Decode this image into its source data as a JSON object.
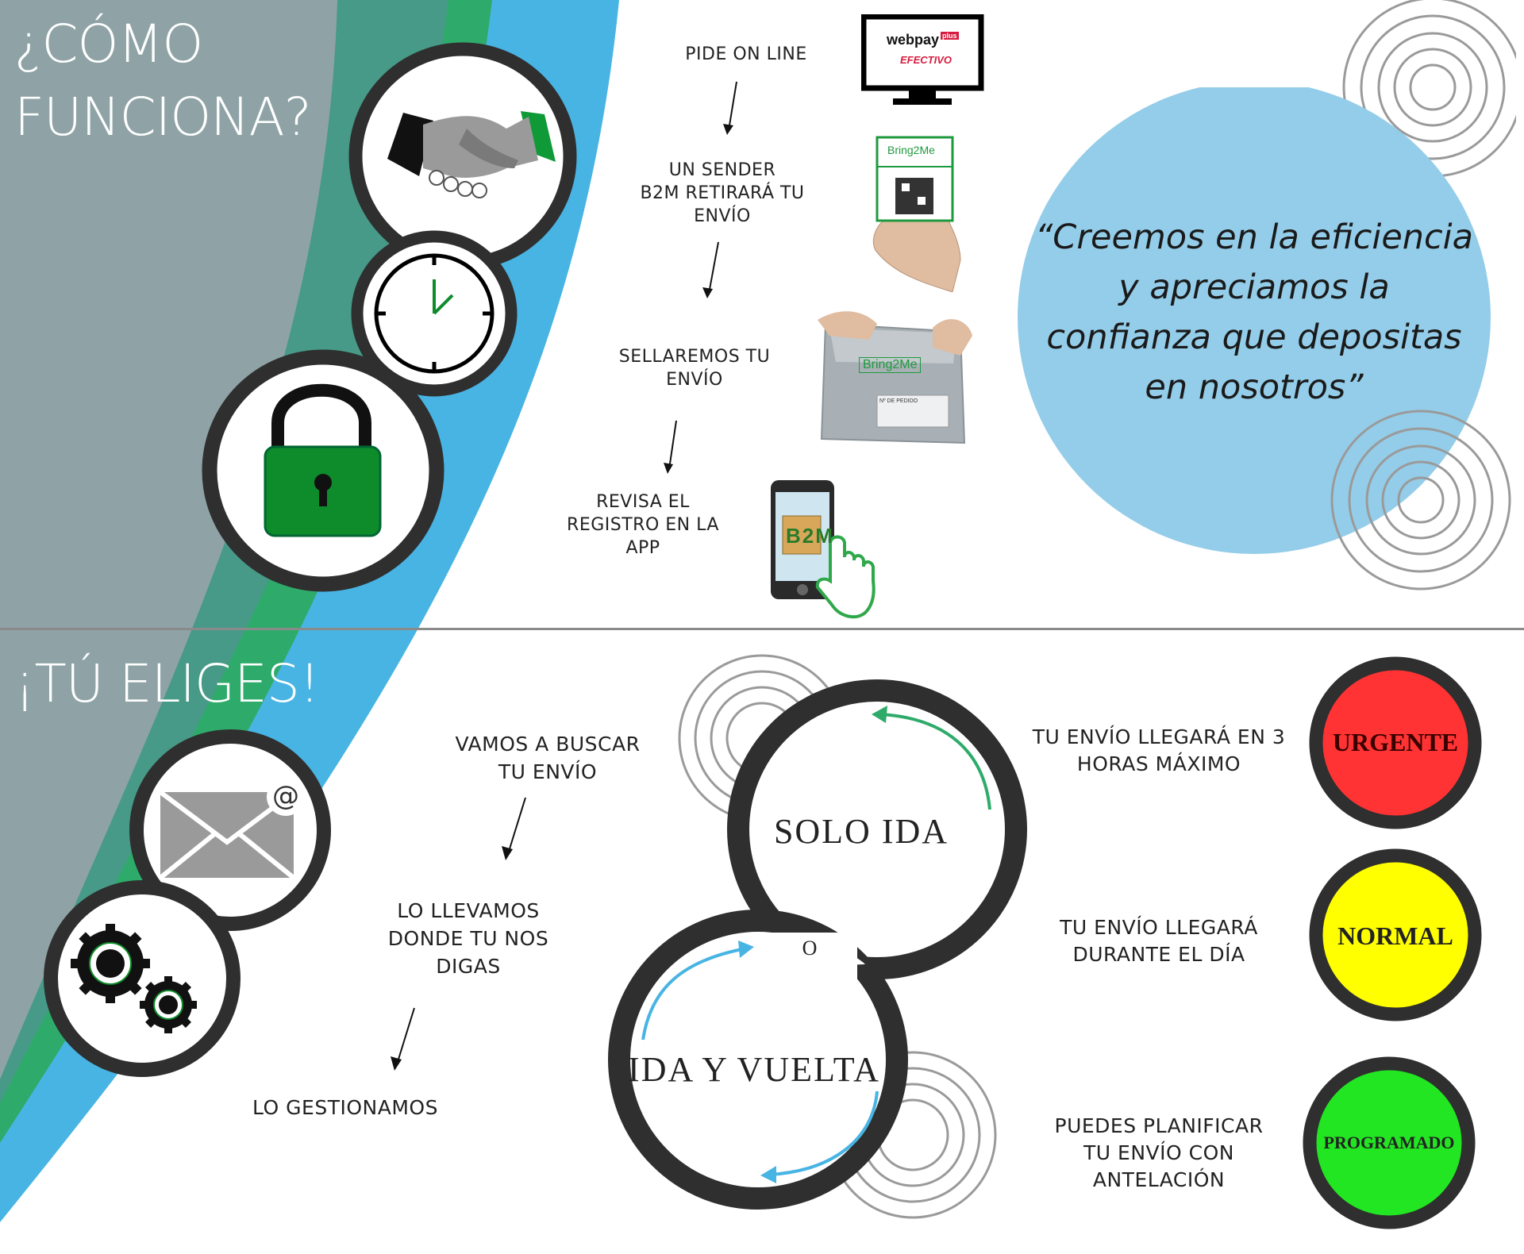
{
  "colors": {
    "grey_band": "#8fa3a6",
    "green_band": "#2eab6a",
    "blue_band": "#48b4e3",
    "bubble": "#94cde9",
    "urgent": "#ff3333",
    "normal": "#ffff00",
    "scheduled": "#22e622",
    "lock_green": "#0e8c2b"
  },
  "top": {
    "title": "¿CÓMO\nFUNCIONA?",
    "steps": [
      "PIDE ON LINE",
      "UN SENDER\nB2M RETIRARÁ TU\nENVÍO",
      "SELLAREMOS TU\nENVÍO",
      "REVISA EL\nREGISTRO EN LA\nAPP"
    ],
    "monitor_brand": "webpay",
    "monitor_brand_suffix": "plus",
    "monitor_sub": "EFECTIVO",
    "card_brand": "Bring2Me",
    "bag_brand": "Bring2Me",
    "bag_label": "Nº DE PEDIDO",
    "phone_letters": "B2M",
    "quote": "“Creemos en la eficiencia\ny apreciamos la\nconfianza que depositas\nen nosotros”",
    "icons": [
      "handshake-icon",
      "clock-icon",
      "padlock-icon",
      "webpay-monitor-icon",
      "id-card-hand-icon",
      "sealed-bag-icon",
      "phone-tap-icon"
    ]
  },
  "bottom": {
    "title": "¡TÚ ELIGES!",
    "steps": [
      "VAMOS A BUSCAR\nTU ENVÍO",
      "LO LLEVAMOS\nDONDE TU NOS\nDIGAS",
      "LO GESTIONAMOS"
    ],
    "option_one": "SOLO IDA",
    "connector": "O",
    "option_two": "IDA Y VUELTA",
    "speeds": [
      {
        "desc": "TU ENVÍO LLEGARÁ EN 3\nHORAS MÁXIMO",
        "label": "URGENTE"
      },
      {
        "desc": "TU ENVÍO LLEGARÁ\nDURANTE EL DÍA",
        "label": "NORMAL"
      },
      {
        "desc": "PUEDES PLANIFICAR\nTU ENVÍO CON\nANTELACIÓN",
        "label": "PROGRAMADO"
      }
    ],
    "icons": [
      "email-icon",
      "gears-icon"
    ]
  }
}
